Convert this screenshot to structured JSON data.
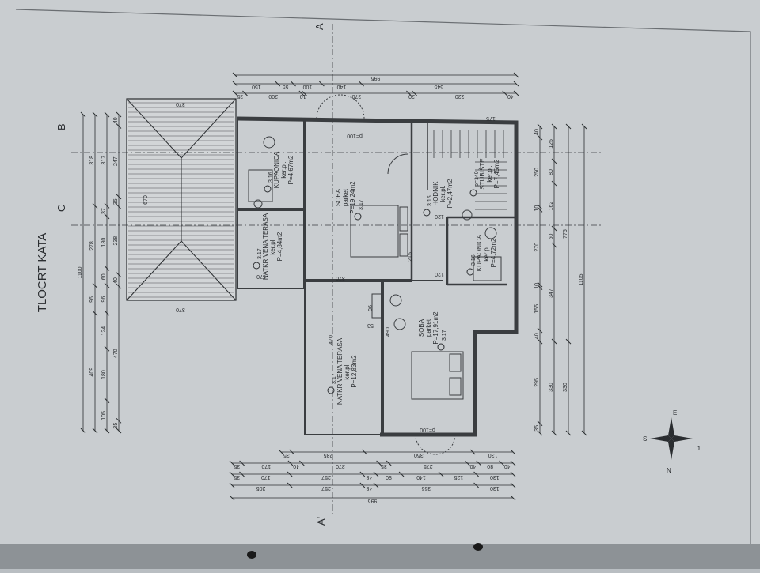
{
  "title": "TLOCRT KATA",
  "section_markers": {
    "a_top": "A",
    "a_bottom": "A'",
    "b": "B",
    "c": "C"
  },
  "compass": {
    "n": "N",
    "s": "S",
    "e": "E",
    "w": "J"
  },
  "rooms": [
    {
      "id": "bath-1",
      "name": "KUPAONICA",
      "floor": "ker.pl.",
      "area": "P=4,67m2",
      "level": "3.16"
    },
    {
      "id": "terrace-1",
      "name": "NATKRIVENA TERASA",
      "floor": "ker.pl.",
      "area": "P=4,84m2",
      "level": "3.17"
    },
    {
      "id": "room-1",
      "name": "SOBA",
      "floor": "parket",
      "area": "P=19,24m2",
      "level": "3.17"
    },
    {
      "id": "hall",
      "name": "HODNIK",
      "floor": "ker.pl.",
      "area": "P=2,47m2",
      "level": "3.15"
    },
    {
      "id": "stairs",
      "name": "STUBIŠTE",
      "floor": "ker.pl.",
      "area": "P=7,45m2",
      "level": "p=140"
    },
    {
      "id": "bath-2",
      "name": "KUPAONICA",
      "floor": "ker.pl.",
      "area": "P=4,72m2",
      "level": "3.16"
    },
    {
      "id": "room-2",
      "name": "SOBA",
      "floor": "parket",
      "area": "P=17,91m2",
      "level": "3.17"
    },
    {
      "id": "terrace-2",
      "name": "NATKRIVENA TERASA",
      "floor": "ker.pl.",
      "area": "P=12,83m2",
      "level": "3.17"
    }
  ],
  "roof_labels": {
    "width_top": "370",
    "width_bottom": "370",
    "depth": "670"
  },
  "dimensions": {
    "left": [
      [
        "1100"
      ],
      [
        "409",
        "96",
        "278",
        "318"
      ],
      [
        "105",
        "180",
        "124",
        "96",
        "60",
        "180",
        "37",
        "317"
      ],
      [
        "35",
        "470",
        "40",
        "238",
        "35",
        "247",
        "40"
      ]
    ],
    "right": [
      [
        "35",
        "295",
        "40",
        "155",
        "10",
        "270",
        "10",
        "250",
        "40"
      ],
      [
        "330",
        "347",
        "60",
        "162",
        "80",
        "125"
      ],
      [
        "330",
        "775"
      ],
      [
        "1105"
      ]
    ],
    "top": [
      [
        "995"
      ],
      [
        "150",
        "55",
        "100",
        "140",
        "545"
      ],
      [
        "35",
        "200",
        "10",
        "370",
        "20",
        "320",
        "40"
      ]
    ],
    "bottom": [
      [
        "35",
        "235",
        "350",
        "130"
      ],
      [
        "35",
        "170",
        "40",
        "270",
        "35",
        "275",
        "40",
        "80",
        "40"
      ],
      [
        "35",
        "170",
        "257",
        "48",
        "90",
        "140",
        "125",
        "130"
      ],
      [
        "205",
        "257",
        "48",
        "355",
        "130"
      ],
      [
        "995"
      ]
    ]
  },
  "inner_dims": [
    "370",
    "170",
    "120",
    "120",
    "215",
    "470",
    "490",
    "96",
    "53",
    "p=100",
    "p=100",
    "175"
  ],
  "colors": {
    "paper": "#c9cdd0",
    "ink": "#2a2d30",
    "wall": "#3a3d40"
  }
}
